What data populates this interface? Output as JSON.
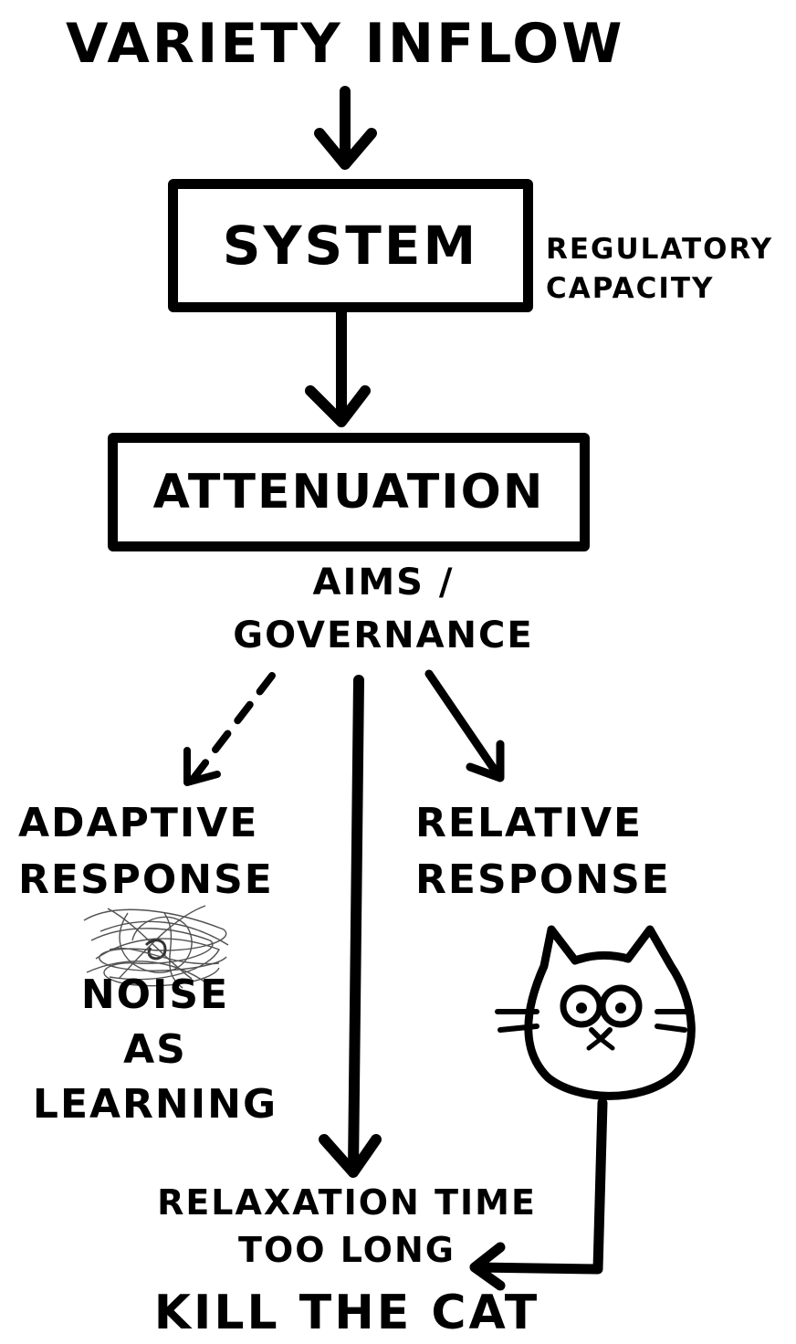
{
  "diagram": {
    "title": "VARIETY INFLOW",
    "system_box": "SYSTEM",
    "system_note": [
      "REGULATORY",
      "CAPACITY"
    ],
    "attenuation_box": "ATTENUATION",
    "aims": [
      "AIMS /",
      "GOVERNANCE"
    ],
    "adaptive_response": [
      "ADAPTIVE",
      "RESPONSE"
    ],
    "noise_as_learning": [
      "NOISE",
      "AS",
      "LEARNING"
    ],
    "relative_response": [
      "RELATIVE",
      "RESPONSE"
    ],
    "relaxation": [
      "RELAXATION TIME",
      "TOO LONG"
    ],
    "conclusion": "KILL THE CAT",
    "icons": [
      "scribble-icon",
      "cat-face-icon"
    ],
    "ink_color": "#000000",
    "background_color": "#ffffff"
  }
}
